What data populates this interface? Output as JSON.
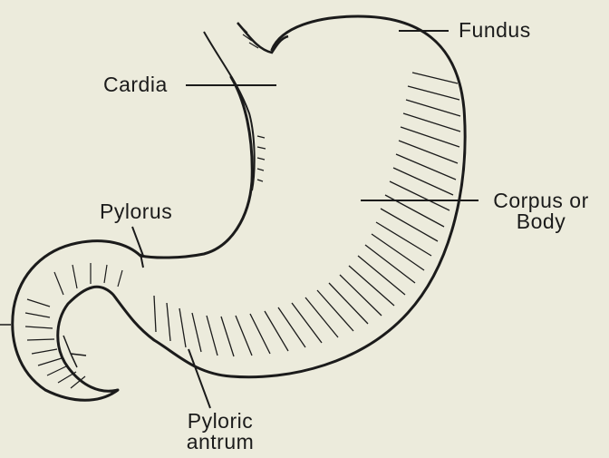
{
  "diagram": {
    "labels": {
      "fundus": "Fundus",
      "cardia": "Cardia",
      "pylorus": "Pylorus",
      "corpus_line1": "Corpus or",
      "corpus_line2": "Body",
      "antrum_line1": "Pyloric",
      "antrum_line2": "antrum"
    },
    "colors": {
      "background": "#ecebdc",
      "ink": "#1b1b1b"
    }
  }
}
